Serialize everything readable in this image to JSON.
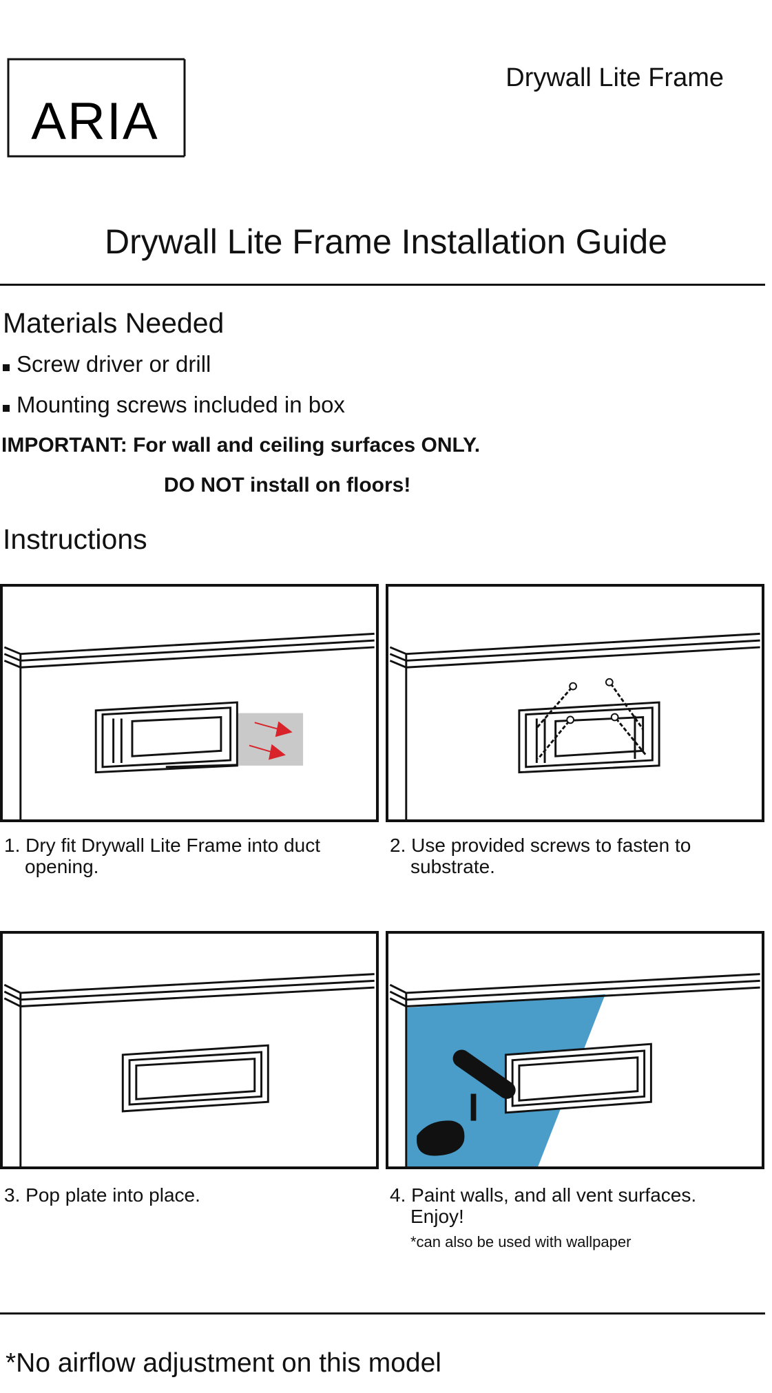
{
  "brand": {
    "logo_text": "ARIA"
  },
  "header": {
    "product_name": "Drywall Lite Frame"
  },
  "title": "Drywall Lite Frame Installation Guide",
  "materials": {
    "heading": "Materials Needed",
    "items": [
      "Screw driver or drill",
      "Mounting screws included in box"
    ]
  },
  "important": {
    "line1": "IMPORTANT: For wall and ceiling surfaces ONLY.",
    "line2": "DO NOT install on floors!"
  },
  "instructions": {
    "heading": "Instructions",
    "steps": [
      {
        "number": "1.",
        "line1": "Dry fit Drywall Lite Frame into duct",
        "line2": "opening."
      },
      {
        "number": "2.",
        "line1": "Use provided screws to fasten to",
        "line2": "substrate."
      },
      {
        "number": "3.",
        "line1": "Pop plate into place.",
        "line2": ""
      },
      {
        "number": "4.",
        "line1": "Paint walls, and all vent surfaces.",
        "line2": "Enjoy!",
        "note": "*can also be used with wallpaper"
      }
    ]
  },
  "footer": {
    "note": "*No airflow adjustment on this model"
  },
  "colors": {
    "paint_blue": "#4a9cc9",
    "arrow_red": "#d8232a",
    "insert_gray": "#c9c9c9"
  }
}
